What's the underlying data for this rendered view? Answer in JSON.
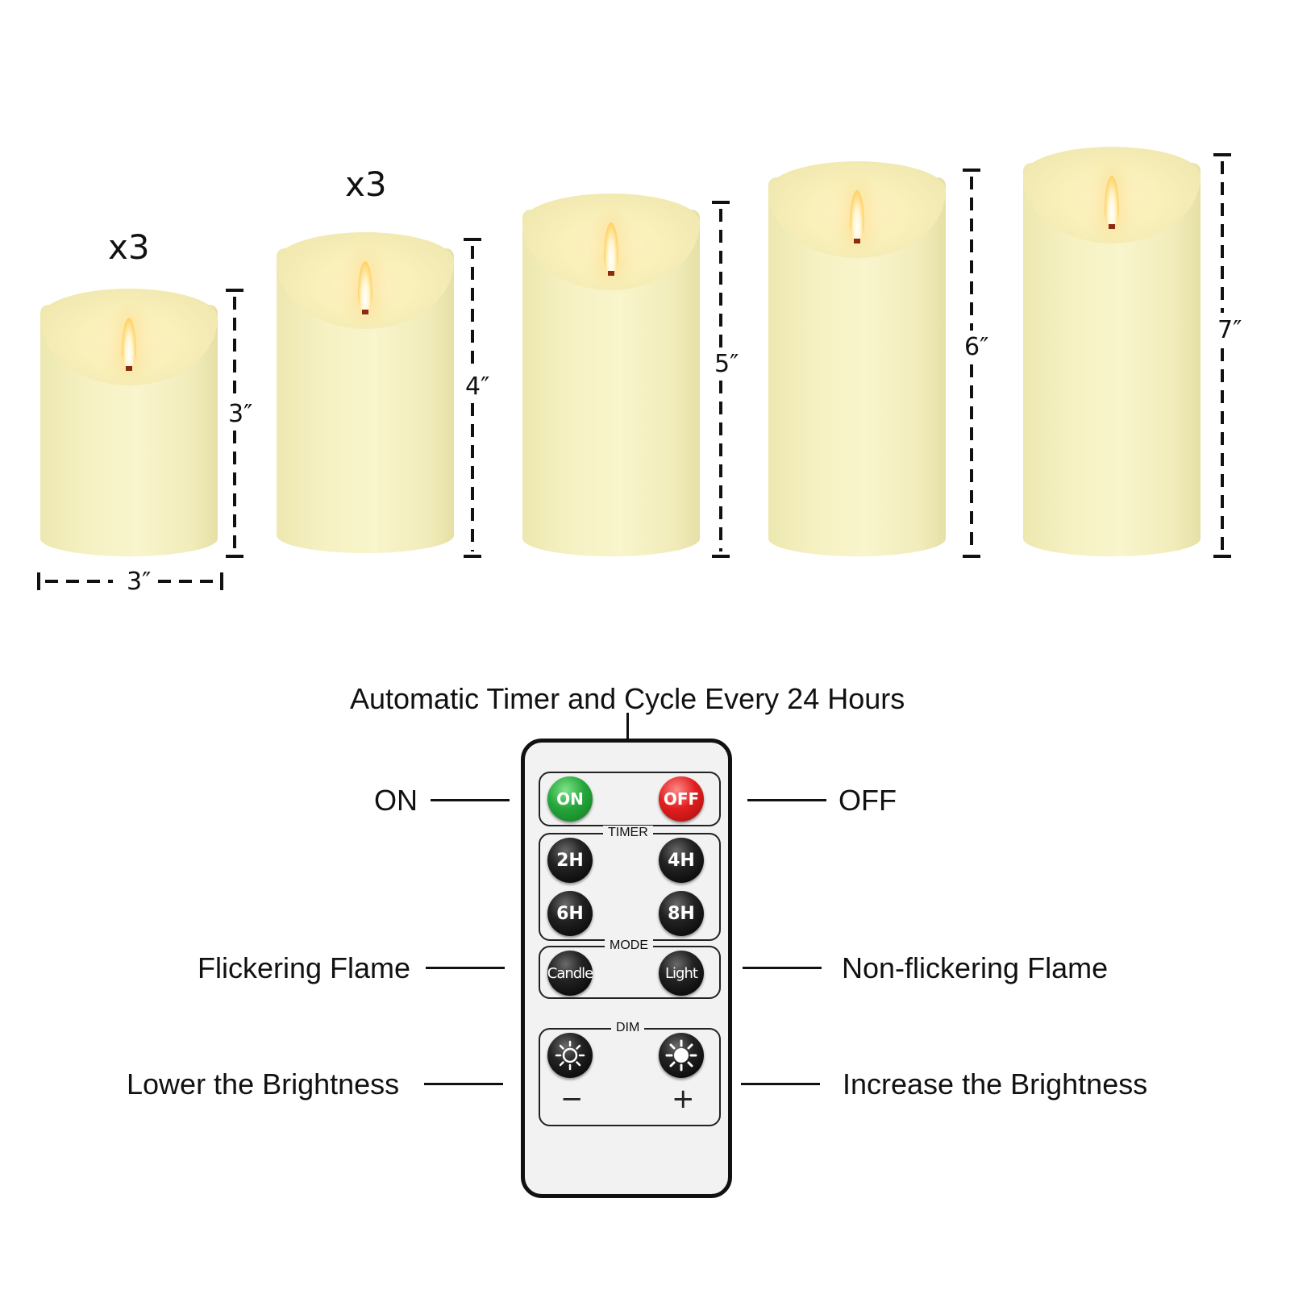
{
  "candles": {
    "quantity_labels": [
      "x3",
      "x3"
    ],
    "height_labels": [
      "3″",
      "4″",
      "5″",
      "6″",
      "7″"
    ],
    "width_label": "3″"
  },
  "remote": {
    "timer_annotation": "Automatic Timer and Cycle Every 24 Hours",
    "group_labels": {
      "timer": "TIMER",
      "mode": "MODE",
      "dim": "DIM"
    },
    "buttons": {
      "on": "ON",
      "off": "OFF",
      "timer_2h": "2H",
      "timer_4h": "4H",
      "timer_6h": "6H",
      "timer_8h": "8H",
      "candle": "Candle",
      "light": "Light",
      "dim_minus": "−",
      "dim_plus": "+"
    },
    "callouts": {
      "on": "ON",
      "off": "OFF",
      "flicker": "Flickering Flame",
      "non_flicker": "Non-flickering Flame",
      "lower": "Lower the Brightness",
      "increase": "Increase the Brightness"
    },
    "colors": {
      "on_button": "#26a63a",
      "off_button": "#e11f1f",
      "black_button": "#111111"
    }
  }
}
